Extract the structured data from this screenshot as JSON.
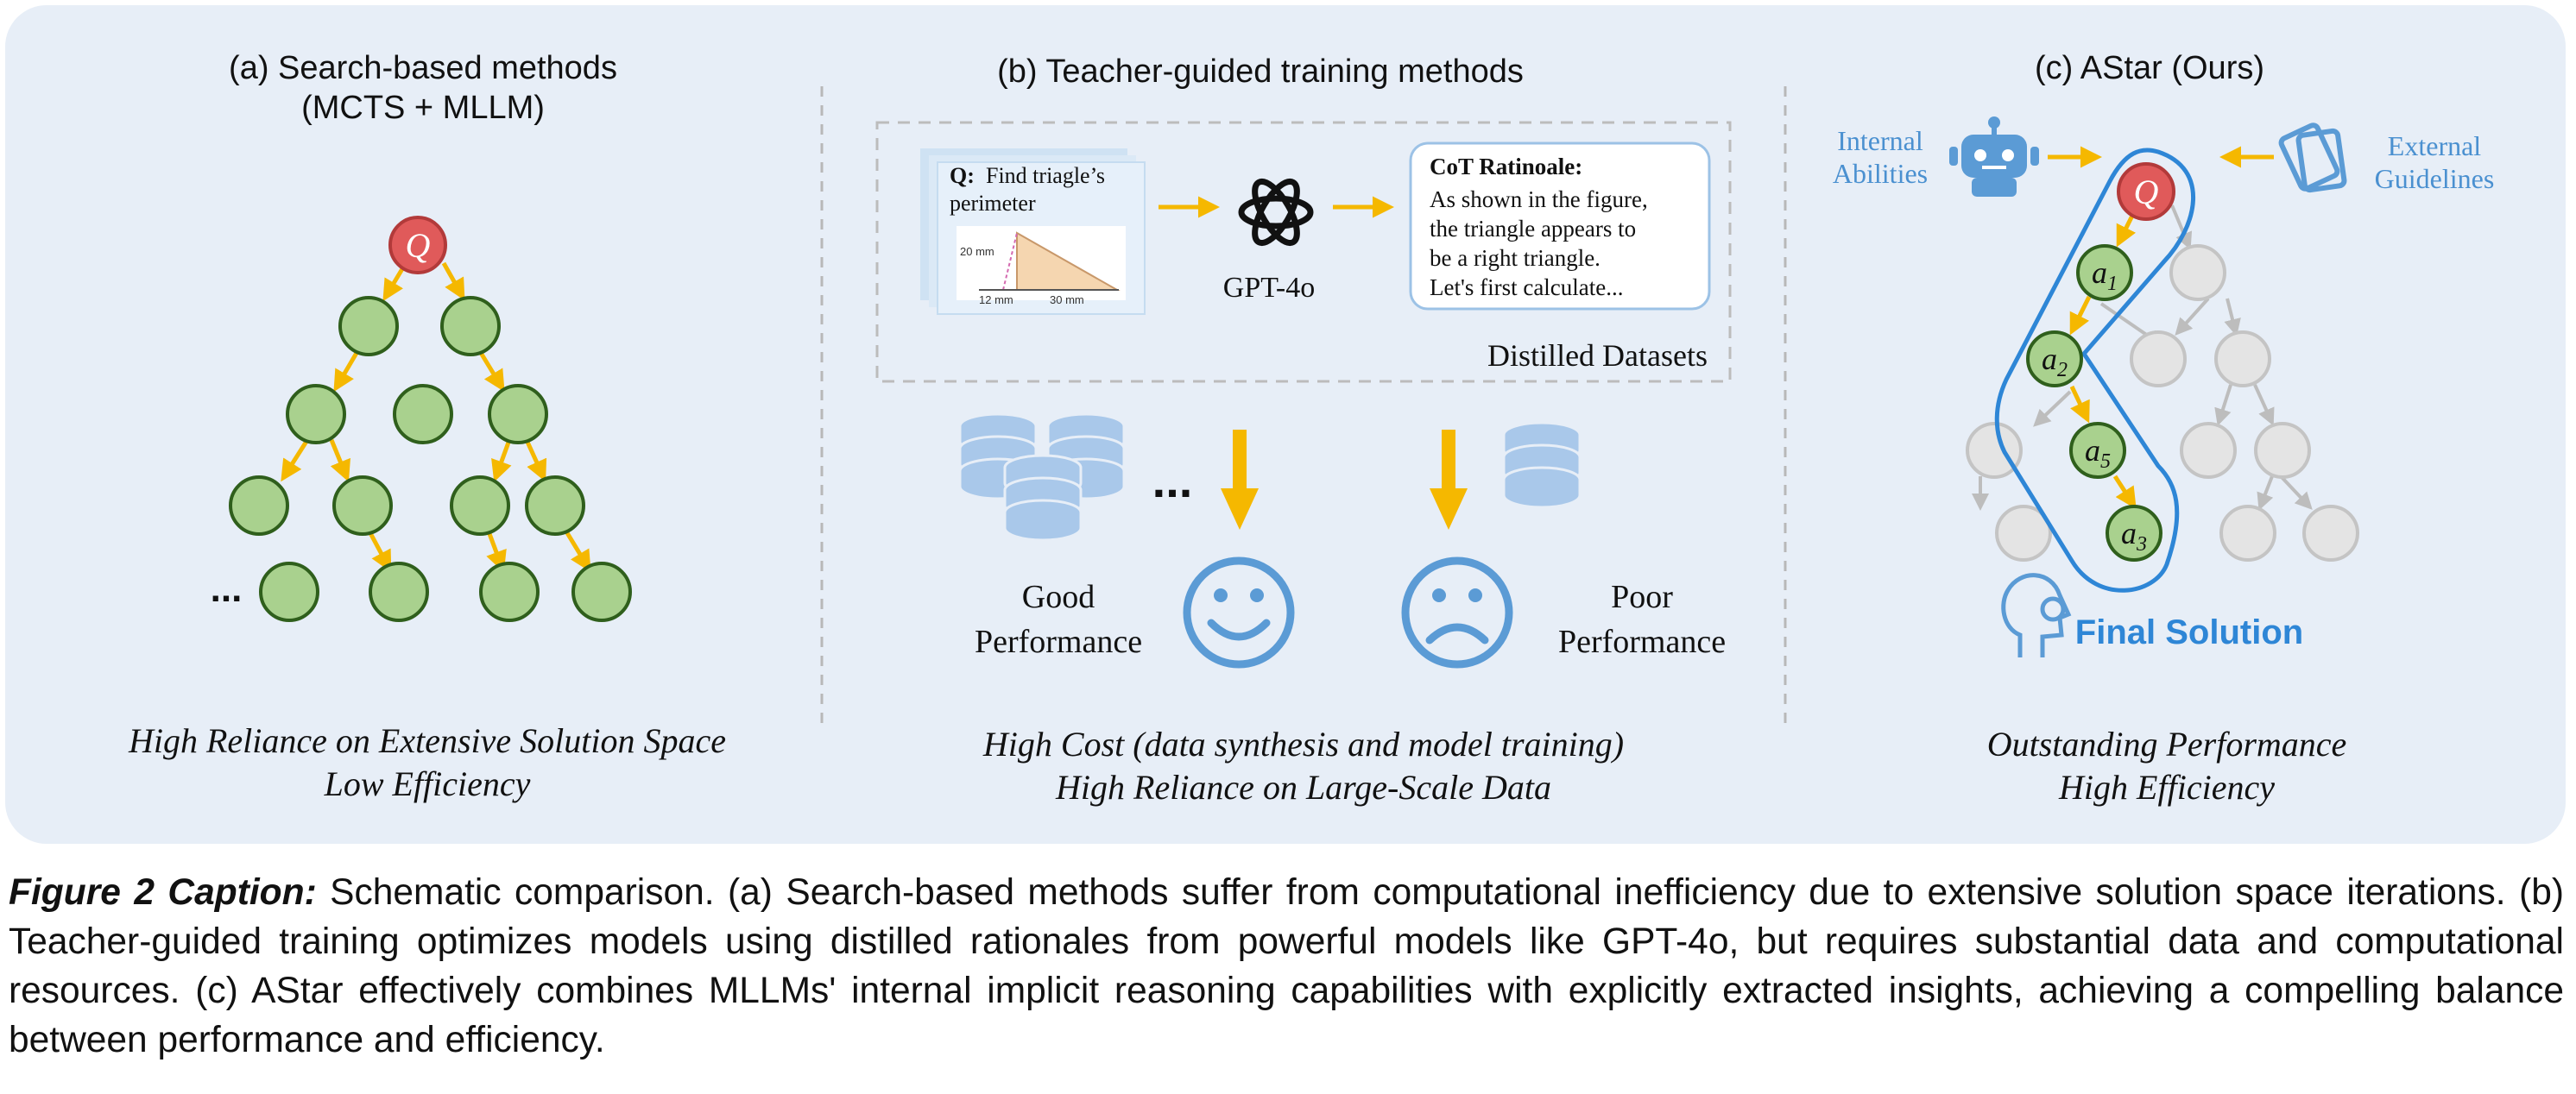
{
  "panel_a": {
    "title_line1": "(a) Search-based methods",
    "title_line2": "(MCTS + MLLM)",
    "root_label": "Q",
    "ellipsis": "...",
    "note_line1": "High Reliance on Extensive Solution Space",
    "note_line2": "Low Efficiency"
  },
  "panel_b": {
    "title": "(b) Teacher-guided training methods",
    "question_prefix": "Q:",
    "question_text": "Find triagle’s",
    "question_text2": "perimeter",
    "fig_labels": [
      "20 mm",
      "12 mm",
      "30 mm"
    ],
    "model_label": "GPT-4o",
    "cot_title": "CoT Ratinoale:",
    "cot_lines": [
      "As shown in the figure,",
      "the triangle appears to",
      "be a right triangle.",
      "Let's first calculate..."
    ],
    "dataset_label": "Distilled Datasets",
    "dots": "...",
    "good_line1": "Good",
    "good_line2": "Performance",
    "poor_line1": "Poor",
    "poor_line2": "Performance",
    "note_line1": "High Cost (data synthesis and model training)",
    "note_line2": "High Reliance on Large-Scale Data"
  },
  "panel_c": {
    "title": "(c) AStar (Ours)",
    "internal_line1": "Internal",
    "internal_line2": "Abilities",
    "external_line1": "External",
    "external_line2": "Guidelines",
    "root_label": "Q",
    "path_nodes": [
      "a1",
      "a2",
      "a5",
      "a3"
    ],
    "final_solution": "Final Solution",
    "note_line1": "Outstanding Performance",
    "note_line2": "High Efficiency"
  },
  "caption": {
    "head": "Figure 2 Caption:",
    "body": " Schematic comparison. (a) Search-based methods suffer from computational inefficiency due to extensive solution space iterations. (b) Teacher-guided training optimizes models using distilled rationales from powerful models like GPT-4o, but requires substantial data and computational resources. (c) AStar effectively combines MLLMs' internal implicit reasoning capabilities with explicitly extracted insights, achieving a compelling balance between performance and efficiency."
  },
  "colors": {
    "panel_bg": "#e7eef7",
    "green_node": "#a9d18e",
    "green_stroke": "#2f5f1c",
    "arrow": "#f5b800",
    "red_node": "#e05a5a",
    "gray_node": "#e4e4e4",
    "blue_accent": "#2e86d6"
  }
}
